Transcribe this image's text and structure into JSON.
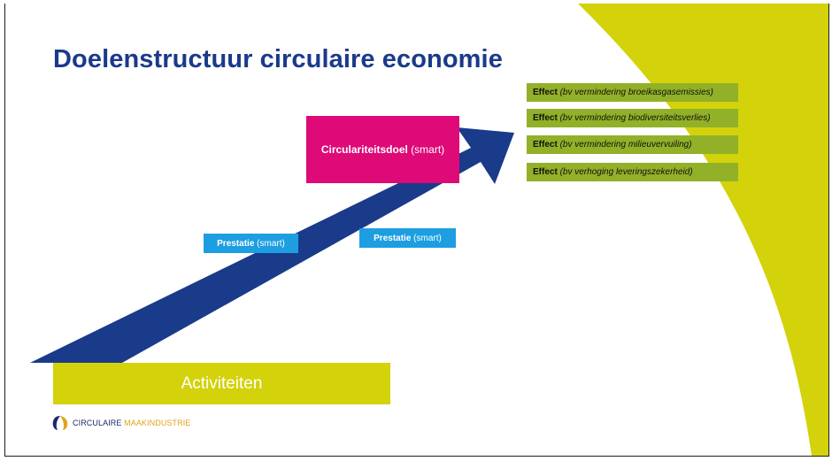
{
  "title": "Doelenstructuur circulaire economie",
  "effects": [
    {
      "label": "Effect",
      "detail": "(bv vermindering broeikasgasemissies)"
    },
    {
      "label": "Effect",
      "detail": "(bv vermindering biodiversiteitsverlies)"
    },
    {
      "label": "Effect",
      "detail": "(bv vermindering milieuvervuiling)"
    },
    {
      "label": "Effect",
      "detail": "(bv verhoging leveringszekerheid)"
    }
  ],
  "circularity_goal": {
    "label": "Circulariteitsdoel",
    "suffix": "(smart)"
  },
  "performances": [
    {
      "label": "Prestatie",
      "suffix": "(smart)"
    },
    {
      "label": "Prestatie",
      "suffix": "(smart)"
    }
  ],
  "activities": "Activiteiten",
  "logo": {
    "part1": "CIRCULAIRE",
    "part2": "MAAKINDUSTRIE"
  },
  "colors": {
    "title": "#1a3a8a",
    "arrow": "#1a3a8a",
    "effect": "#92b128",
    "circularity_goal": "#de0a78",
    "performance": "#1d9ee0",
    "activities": "#d3d20b",
    "background_accent": "#d3d20b"
  }
}
